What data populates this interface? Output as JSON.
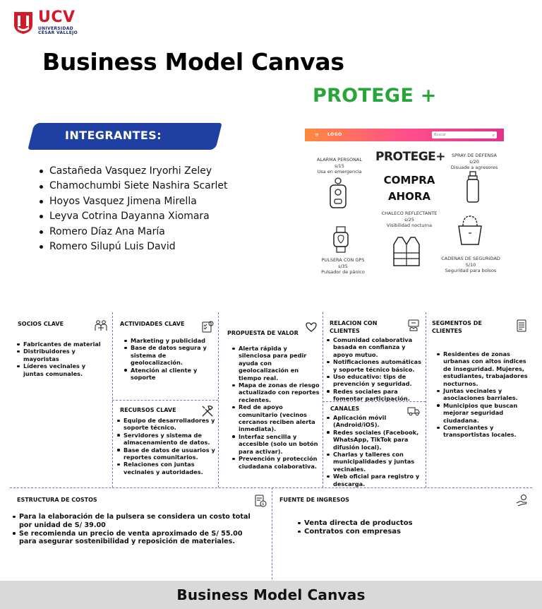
{
  "logo": {
    "brand": "UCV",
    "line1": "UNIVERSIDAD",
    "line2": "CÉSAR VALLEJO",
    "brand_color": "#d21a28",
    "sub_color": "#1b2a6b"
  },
  "header": {
    "title": "Business Model Canvas",
    "project": "PROTEGE +",
    "project_color": "#27a637"
  },
  "team": {
    "label": "INTEGRANTES:",
    "banner_color": "#1f3fa3",
    "members": [
      "Castañeda Vasquez Iryorhi Zeley",
      "Chamochumbi Siete Nashira Scarlet",
      "Hoyos Vasquez Jimena Mirella",
      "Leyva Cotrina Dayanna Xiomara",
      "Romero Díaz Ana María",
      "Romero Silupú Luis David"
    ]
  },
  "mockup": {
    "menu_icon": "≡",
    "logo": "LOGO",
    "search_placeholder": "Buscar",
    "brand": "PROTEGE+",
    "cta_line1": "COMPRA",
    "cta_line2": "AHORA",
    "products": [
      {
        "name": "ALARMA PERSONAL",
        "price": "s/15",
        "desc": "Usa en emergencia"
      },
      {
        "name": "SPRAY DE DEFENSA",
        "price": "s/20",
        "desc": "Disuade a agresores"
      },
      {
        "name": "CHALECO REFLECTANTE",
        "price": "s/25",
        "desc": "Visibilidad nocturna"
      },
      {
        "name": "PULSERA CON GPS",
        "price": "s/35",
        "desc": "Pulsador de pánico"
      },
      {
        "name": "CADENAS DE SEGURIDAD",
        "price": "S/10",
        "desc": "Seguridad para bolsos"
      }
    ]
  },
  "canvas": {
    "socios": {
      "title": "SOCIOS CLAVE",
      "items": [
        "Fabricantes de material",
        "Distribuidores y mayoristas",
        "Líderes vecinales y juntas comunales."
      ]
    },
    "actividades": {
      "title": "ACTIVIDADES CLAVE",
      "items": [
        "Marketing y publicidad",
        "Base de datos segura y sistema de geolocalización.",
        "Atención al cliente y soporte"
      ]
    },
    "recursos": {
      "title": "RECURSOS CLAVE",
      "items": [
        "Equipo de desarrolladores y soporte técnico.",
        "Servidores y sistema de almacenamiento de datos.",
        "Base de datos de usuarios y reportes comunitarios.",
        "Relaciones con juntas vecinales y autoridades."
      ]
    },
    "propuesta": {
      "title": "PROPUESTA DE VALOR",
      "items": [
        "Alerta rápida y silenciosa para pedir ayuda con geolocalización en tiempo real.",
        "Mapa de zonas de riesgo actualizado con reportes recientes.",
        "Red de apoyo comunitario (vecinos cercanos reciben alerta inmediata).",
        "Interfaz sencilla y accesible (solo un botón para activar).",
        "Prevención y protección ciudadana colaborativa."
      ]
    },
    "relacion": {
      "title_l1": "RELACION CON",
      "title_l2": "CLIENTES",
      "items": [
        "Comunidad colaborativa basada en confianza y apoyo mutuo.",
        "Notificaciones automáticas y soporte técnico básico.",
        "Uso educativo: tips de prevención y seguridad.",
        "Redes sociales para fomentar participación."
      ]
    },
    "canales": {
      "title": "CANALES",
      "items": [
        "Aplicación móvil (Android/iOS).",
        "Redes sociales (Facebook, WhatsApp, TikTok para difusión local).",
        "Charlas y talleres con municipalidades y juntas vecinales.",
        "Web oficial para registro y descarga."
      ]
    },
    "segmentos": {
      "title_l1": "SEGMENTOS DE",
      "title_l2": "CLIENTES",
      "items": [
        "Residentes de zonas urbanas con altos índices de inseguridad. Mujeres, estudiantes, trabajadores nocturnos.",
        "Juntas vecinales y asociaciones barriales.",
        "Municipios que buscan mejorar seguridad ciudadana.",
        "Comerciantes y transportistas locales."
      ]
    },
    "costos": {
      "title": "ESTRUCTURA DE COSTOS",
      "items": [
        "Para la elaboración de la pulsera se considera un costo total por unidad de S/ 39.00",
        "Se recomienda un precio de venta aproximado de S/ 55.00 para asegurar sostenibilidad y reposición de materiales."
      ]
    },
    "ingresos": {
      "title": "FUENTE DE INGRESOS",
      "items": [
        "Venta directa de productos",
        "Contratos con empresas"
      ]
    }
  },
  "footer": {
    "title": "Business Model Canvas",
    "bg_color": "#d9d9d9"
  },
  "icons": [
    "ucv-shield-icon",
    "menu-icon",
    "search-icon",
    "alarm-icon",
    "spray-icon",
    "vest-icon",
    "watch-icon",
    "bag-chain-icon",
    "handshake-icon",
    "checklist-icon",
    "heart-icon",
    "customer-relation-icon",
    "tools-icon",
    "truck-icon",
    "document-icon",
    "money-document-icon",
    "hand-coin-icon"
  ]
}
